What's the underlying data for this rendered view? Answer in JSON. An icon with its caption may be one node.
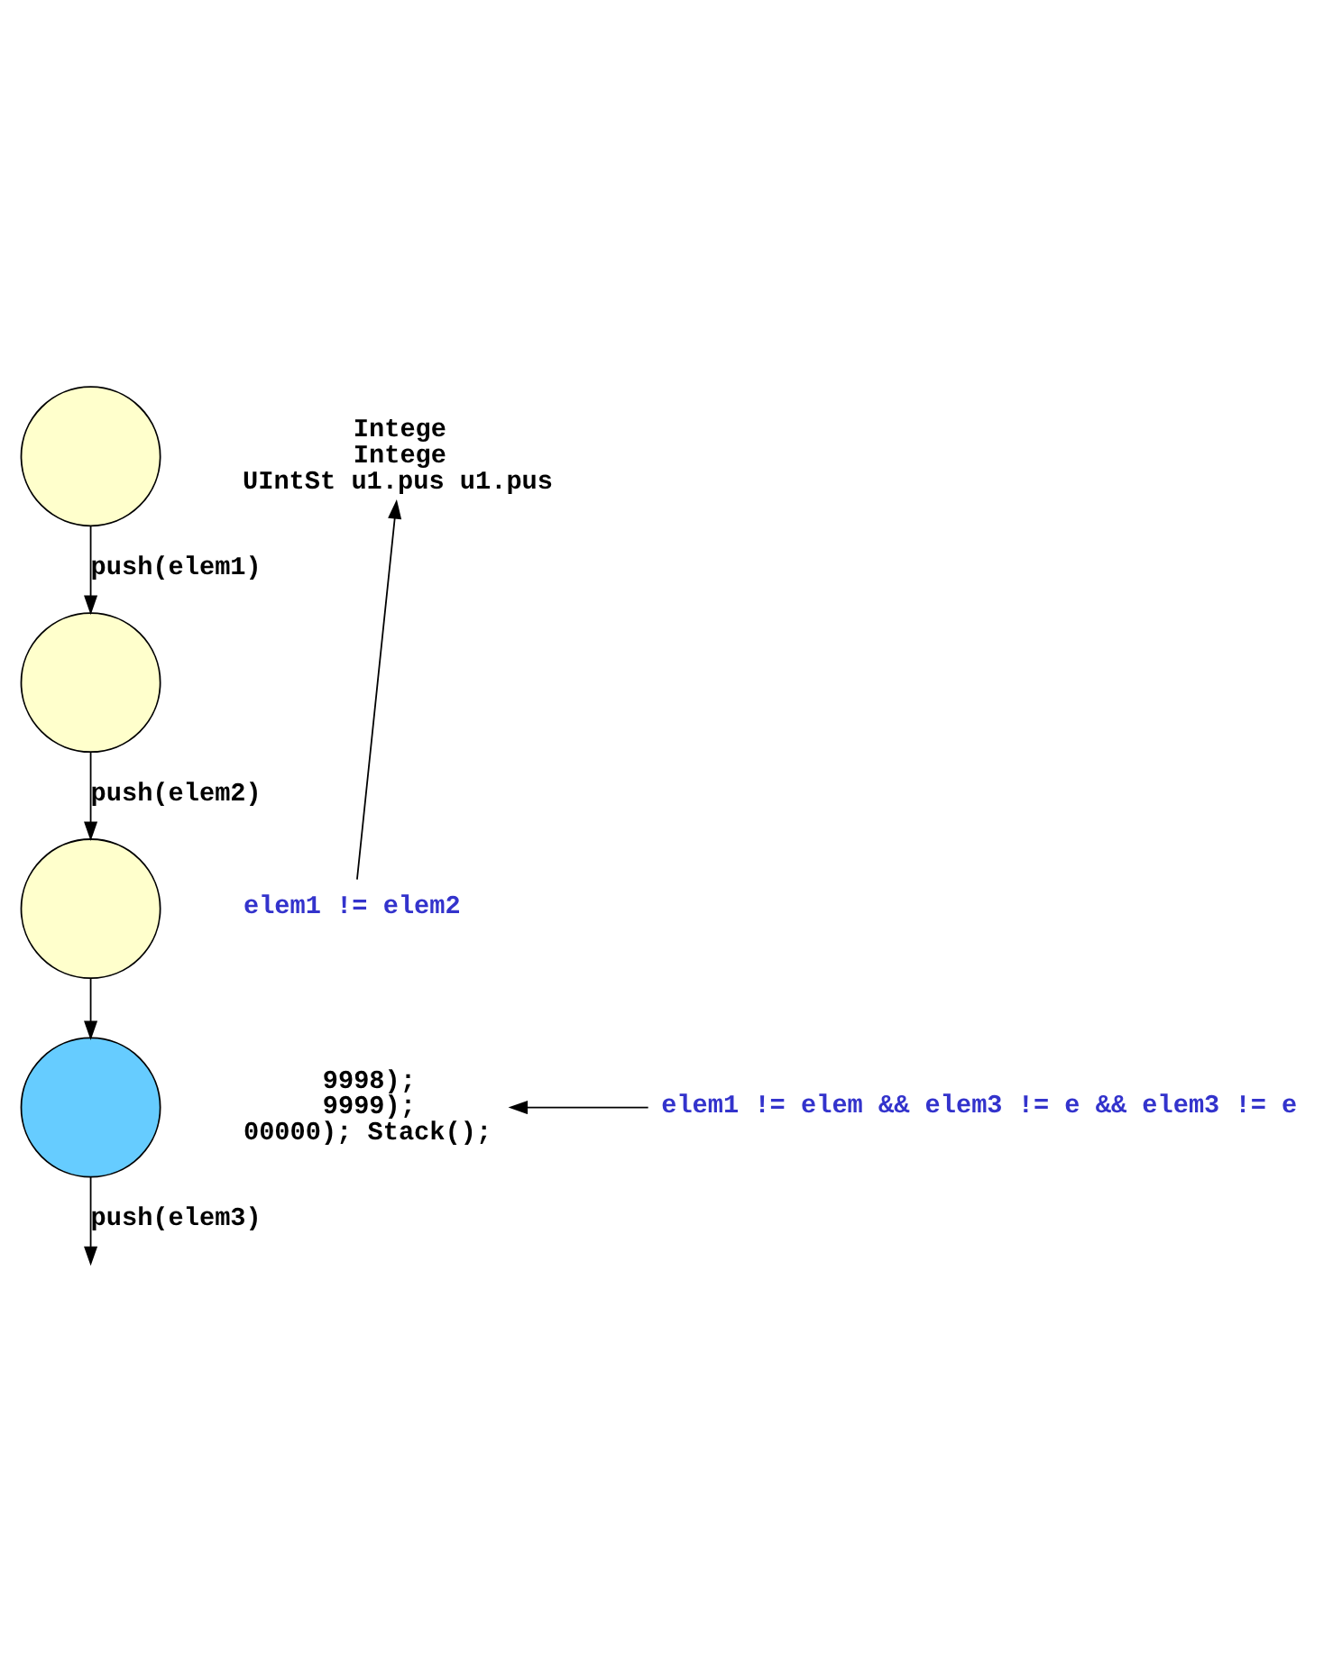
{
  "diagram": {
    "nodes": [
      {
        "text": [],
        "shape": "circle"
      },
      {
        "text": [],
        "shape": "circle"
      },
      {
        "text": [],
        "shape": "circle"
      },
      {
        "text": [],
        "shape": "circle"
      },
      {
        "text": [
          "Intege",
          "Intege",
          "UIntSt u1.pus u1.pus"
        ]
      },
      {
        "text": [
          "elem1 != elem2"
        ]
      },
      {
        "text": [
          "9998);",
          "9999);",
          "00000); Stack();"
        ]
      },
      {
        "text": [
          "elem1 != elem && elem3 != e && elem3 != e"
        ]
      }
    ],
    "edges": [
      {
        "from": 0,
        "to": 1,
        "arrow": "to",
        "label": "push(elem1)"
      },
      {
        "from": 1,
        "to": 2,
        "arrow": "to",
        "label": "push(elem2)"
      },
      {
        "from": 2,
        "to": 3,
        "arrow": "to"
      },
      {
        "from": 3,
        "to": null,
        "arrow": "to",
        "label": "push(elem3)"
      },
      {
        "from": 5,
        "to": 4,
        "arrow": "to"
      },
      {
        "from": 7,
        "to": 6,
        "arrow": "to"
      }
    ]
  }
}
